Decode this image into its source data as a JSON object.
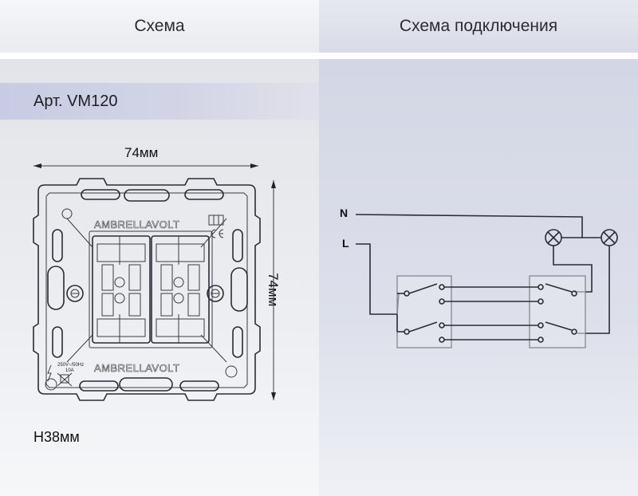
{
  "header": {
    "left_title": "Схема",
    "right_title": "Схема подключения"
  },
  "product": {
    "article": "Арт. VM120",
    "width_label": "74мм",
    "height_label": "74мм",
    "depth_label": "Н38мм",
    "brand_top": "AMBRELLAVOLT",
    "brand_bottom": "AMBRELLAVOLT",
    "rating_line1": "250V~/50Hz",
    "rating_line2": "10A"
  },
  "wiring": {
    "neutral_label": "N",
    "line_label": "L"
  }
}
